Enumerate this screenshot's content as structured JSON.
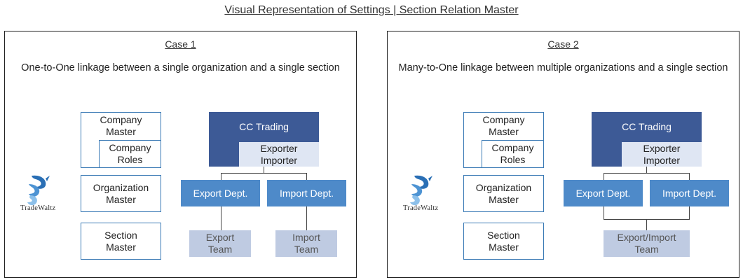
{
  "title": "Visual Representation of Settings | Section Relation Master",
  "cases": [
    {
      "heading": "Case 1",
      "description": "One-to-One linkage between a single organization and a single section",
      "logo_text": "TradeWaltz",
      "masters": {
        "company_master": "Company\nMaster",
        "company_roles": "Company\nRoles",
        "organization_master": "Organization\nMaster",
        "section_master": "Section\nMaster"
      },
      "org": {
        "company": "CC Trading",
        "roles": "Exporter\nImporter",
        "depts": [
          "Export Dept.",
          "Import Dept."
        ],
        "teams": [
          "Export\nTeam",
          "Import\nTeam"
        ]
      }
    },
    {
      "heading": "Case 2",
      "description": "Many-to-One linkage between multiple organizations and a single section",
      "logo_text": "TradeWaltz",
      "masters": {
        "company_master": "Company\nMaster",
        "company_roles": "Company\nRoles",
        "organization_master": "Organization\nMaster",
        "section_master": "Section\nMaster"
      },
      "org": {
        "company": "CC Trading",
        "roles": "Exporter\nImporter",
        "depts": [
          "Export Dept.",
          "Import Dept."
        ],
        "teams": [
          "Export/Import\nTeam"
        ]
      }
    }
  ],
  "colors": {
    "company_box": "#3d5a96",
    "roles_box": "#dfe6f3",
    "dept_box": "#4e8ac9",
    "team_box": "#bfcbe2",
    "master_outline": "#3a7ab5"
  },
  "icons": [
    "tradewaltz-logo-icon"
  ]
}
